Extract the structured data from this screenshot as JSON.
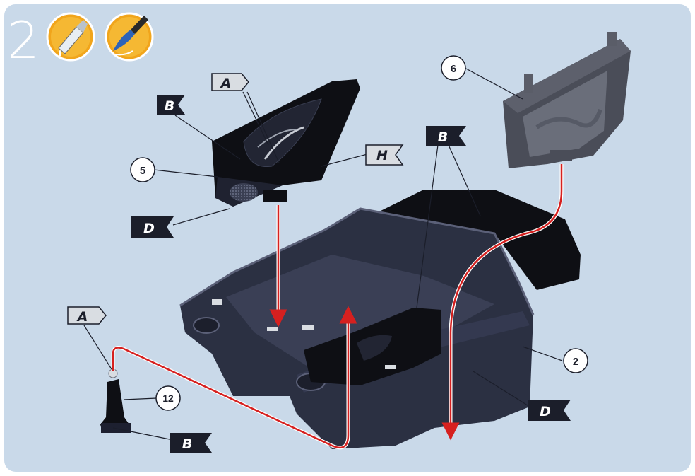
{
  "step": {
    "number": "2"
  },
  "icons": [
    "glue-bottle-icon",
    "paint-brush-icon"
  ],
  "colors": {
    "panel": "#c9d9e9",
    "part_dark": "#2b3042",
    "part_black": "#0e0f14",
    "arrow": "#d6201f",
    "flag_dark": "#1b1e2a",
    "flag_light": "#d9dde2",
    "icon_orange": "#f1a51b"
  },
  "callouts": {
    "part_5": "5",
    "part_6": "6",
    "part_2": "2",
    "part_12": "12"
  },
  "flags": {
    "top_a": "A",
    "top_b": "B",
    "top_h": "H",
    "top_d": "D",
    "center_b": "B",
    "left_a": "A",
    "left_b": "B",
    "right_d": "D"
  }
}
